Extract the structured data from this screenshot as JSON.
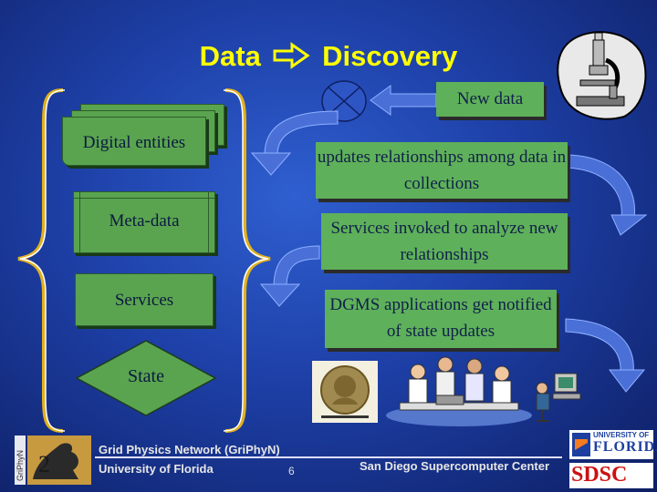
{
  "slide": {
    "title_left": "Data",
    "title_right": "Discovery"
  },
  "left_panel": {
    "digital_entities": "Digital entities",
    "meta_data": "Meta-data",
    "services": "Services",
    "state": "State"
  },
  "right_panel": {
    "new_data": "New data",
    "step1": "updates relationships among data in collections",
    "step2": "Services invoked to analyze new relationships",
    "step3": "DGMS applications get notified of state updates"
  },
  "footer": {
    "project": "Grid Physics Network (GriPhyN)",
    "university": "University of Florida",
    "page_number": "6",
    "center": "San Diego Supercomputer Center",
    "uf_logo_line1": "UNIVERSITY OF",
    "uf_logo_line2": "FLORIDA",
    "sdsc_logo": "SDSC"
  },
  "colors": {
    "title": "#ffff00",
    "box_fill": "#5aa44f",
    "background": "#1d3fa6",
    "arrow": "#4a70d8"
  }
}
